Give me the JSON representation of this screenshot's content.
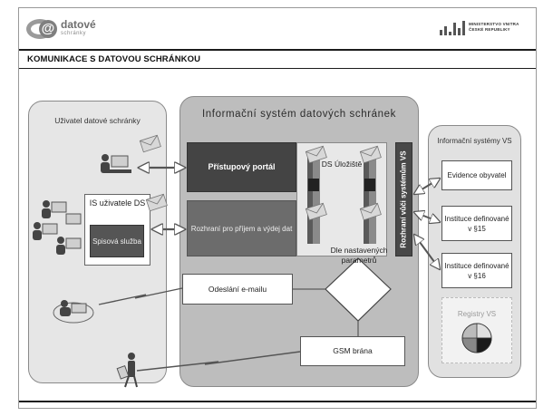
{
  "header": {
    "logo_word": "datové",
    "logo_sub": "schránky",
    "ministry_text": "MINISTERSTVO VNITRA ČESKÉ REPUBLIKY",
    "page_title": "KOMUNIKACE S DATOVOU SCHRÁNKOU"
  },
  "diagram": {
    "left_panel_title": "Uživatel datové schránky",
    "middle_panel_title": "Informační systém datových schránek",
    "right_panel_title": "Informační systémy VS",
    "portal": "Přístupový portál",
    "rozhrani": "Rozhraní pro příjem a výdej dat",
    "ds_store": "DS Úložiště",
    "vs_interface": "Rozhraní vůči systémům VS",
    "email": "Odeslání e-mailu",
    "decision": "Dle nastavených parametrů",
    "gsm": "GSM brána",
    "is_user": "IS uživatele DS",
    "spisova": "Spisová služba",
    "evidence": "Evidence obyvatel",
    "instituce15": "Instituce definované v §15",
    "instituce16": "Instituce definované v §16",
    "registry": "Registry VS"
  },
  "colors": {
    "portal_fill": "#444444",
    "rozhrani_fill": "#6c6c6c",
    "middle_panel_fill": "#bdbdbd",
    "side_panel_fill": "#e6e6e6"
  }
}
